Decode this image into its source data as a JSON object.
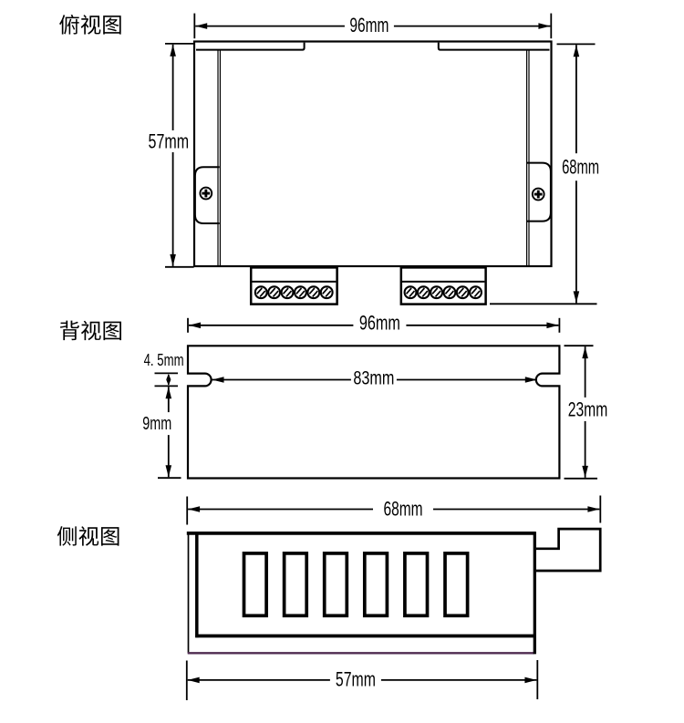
{
  "labels": {
    "top_view": "俯视图",
    "back_view": "背视图",
    "side_view": "侧视图"
  },
  "top_view": {
    "dim_width": "96mm",
    "dim_body_height": "57mm",
    "dim_overall_height": "68mm"
  },
  "back_view": {
    "dim_width": "96mm",
    "dim_slot_span": "83mm",
    "dim_slot_height": "4. 5mm",
    "dim_slot_drop": "9mm",
    "dim_height": "23mm"
  },
  "side_view": {
    "dim_overall_depth": "68mm",
    "dim_body_depth": "57mm"
  },
  "colors": {
    "line": "#000000",
    "side_view_base_line": "#4f2b50",
    "background": "#ffffff"
  }
}
